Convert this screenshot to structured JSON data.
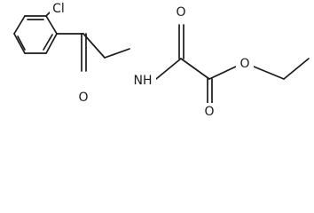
{
  "atoms": {
    "chlorine": "Cl",
    "ketone_oxygen": "O",
    "amide_nitrogen": "NH",
    "amide_oxygen": "O",
    "ester_carbonyl_oxygen": "O",
    "ester_oxygen": "O"
  },
  "colors": {
    "bond": "#1a1a1a",
    "background": "#ffffff"
  }
}
